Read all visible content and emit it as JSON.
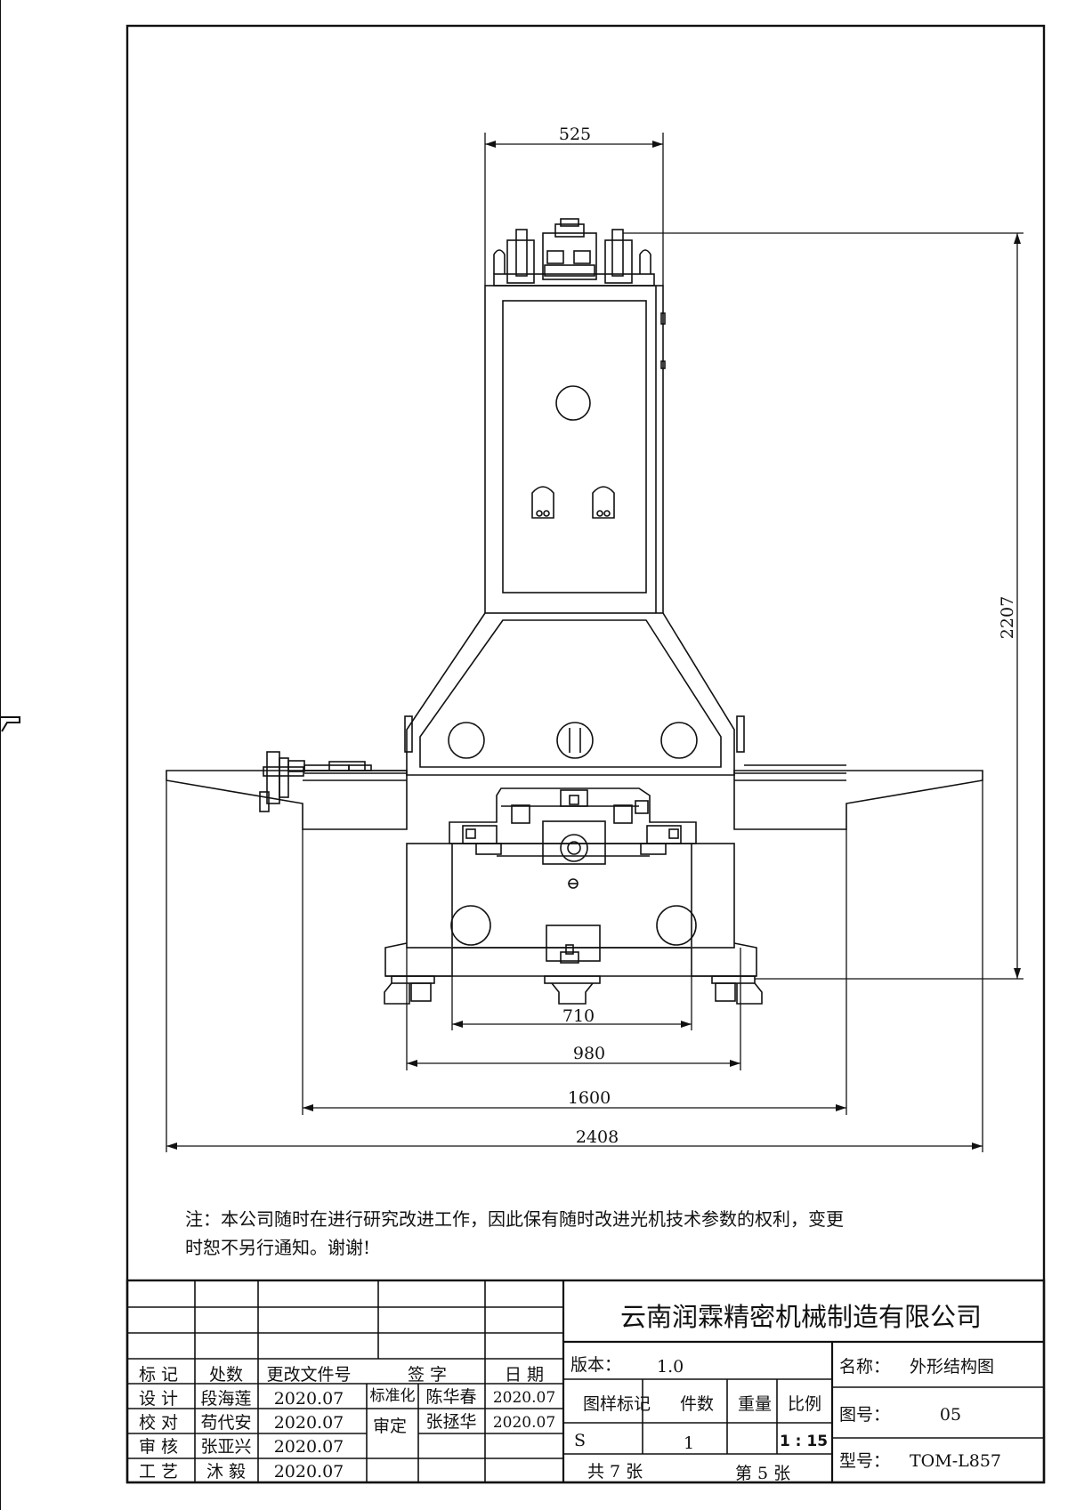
{
  "dimensions": {
    "top_width": "525",
    "height": "2207",
    "inner_base": "710",
    "base_980": "980",
    "base_1600": "1600",
    "overall_width": "2408"
  },
  "note": {
    "line1": "注：本公司随时在进行研究改进工作，因此保有随时改进光机技术参数的权利，变更",
    "line2": "时恕不另行通知。谢谢!"
  },
  "title_block": {
    "company": "云南润霖精密机械制造有限公司",
    "headers": {
      "mark": "标 记",
      "count": "处数",
      "change_doc": "更改文件号",
      "signature": "签 字",
      "date": "日 期"
    },
    "rows": [
      {
        "role": "设 计",
        "name": "段海莲",
        "date": "2020.07"
      },
      {
        "role": "校 对",
        "name": "苟代安",
        "date": "2020.07"
      },
      {
        "role": "审 核",
        "name": "张亚兴",
        "date": "2020.07"
      },
      {
        "role": "工 艺",
        "name": "沐 毅",
        "date": "2020.07"
      }
    ],
    "approvals": [
      {
        "role": "标准化",
        "name": "陈华春",
        "date": "2020.07"
      },
      {
        "role": "审定",
        "name": "张拯华",
        "date": "2020.07"
      }
    ],
    "version_label": "版本：",
    "version_value": "1.0",
    "columns": {
      "drawing_mark": "图样标记",
      "quantity": "件数",
      "weight": "重量",
      "scale": "比例"
    },
    "drawing_mark_value": "S",
    "quantity_value": "1",
    "scale_value": "1 : 15",
    "total_sheets": "共 7 张",
    "sheet_no": "第 5 张",
    "name_label": "名称：",
    "name_value": "外形结构图",
    "drawing_no_label": "图号：",
    "drawing_no_value": "05",
    "model_label": "型号：",
    "model_value": "TOM-L857"
  }
}
